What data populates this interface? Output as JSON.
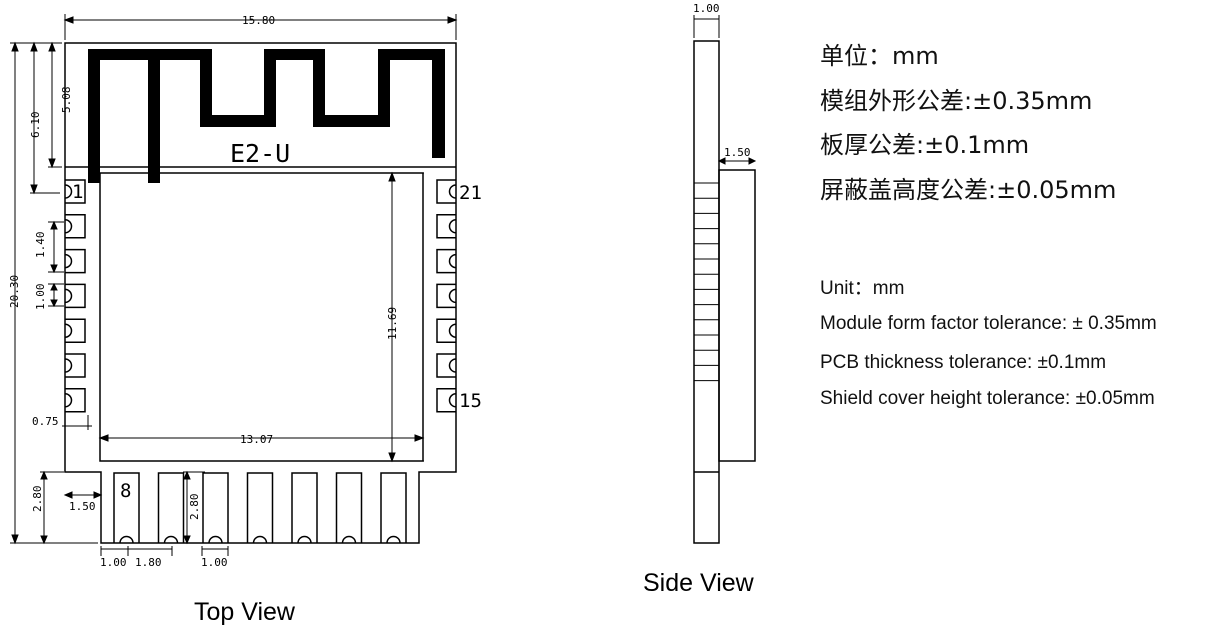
{
  "model_label": "E2-U",
  "captions": {
    "top_view": "Top View",
    "side_view": "Side View"
  },
  "pin_labels": {
    "pin1": "1",
    "pin21": "21",
    "pin15": "15",
    "pin8": "8"
  },
  "dimensions": {
    "width_total": "15.80",
    "antenna_height": "6.10",
    "antenna_inner": "5.08",
    "height_total": "20.30",
    "pin_pitch": "1.40",
    "pin_width": "1.00",
    "pin_edge": "0.75",
    "shield_height": "11.69",
    "shield_width": "13.07",
    "bottom_pad_length": "2.80",
    "bottom_pad_length_inner": "2.80",
    "bottom_edge_offset": "1.50",
    "bottom_pad_width": "1.00",
    "bottom_pad_pitch": "1.80",
    "bottom_pad_width_2": "1.00",
    "side_pcb_thickness": "1.00",
    "side_shield_height": "1.50"
  },
  "specs_cn": [
    "单位：mm",
    "模组外形公差:±0.35mm",
    "板厚公差:±0.1mm",
    "屏蔽盖高度公差:±0.05mm"
  ],
  "specs_en": [
    "Unit：mm",
    "Module form factor tolerance: ± 0.35mm",
    "PCB thickness tolerance: ±0.1mm",
    "Shield cover height tolerance: ±0.05mm"
  ]
}
